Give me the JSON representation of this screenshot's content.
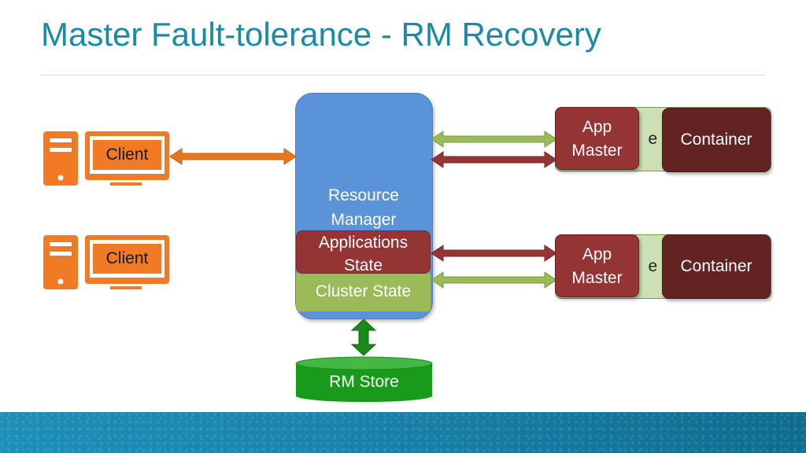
{
  "slide": {
    "title": "Master Fault-tolerance - RM Recovery"
  },
  "clients": [
    {
      "label": "Client"
    },
    {
      "label": "Client"
    }
  ],
  "resource_manager": {
    "label_line1": "Resource",
    "label_line2": "Manager",
    "applications_state_line1": "Applications",
    "applications_state_line2": "State",
    "cluster_state": "Cluster State"
  },
  "rm_store": {
    "label": "RM Store"
  },
  "node_managers": [
    {
      "hidden_label": "e M",
      "app_master_line1": "App",
      "app_master_line2": "Master",
      "container": "Container"
    },
    {
      "hidden_label": "e M",
      "app_master_line1": "App",
      "app_master_line2": "Master",
      "container": "Container"
    }
  ],
  "colors": {
    "title": "#1a8aa6",
    "client": "#f07a26",
    "resource_manager": "#5b93d8",
    "applications_state": "#943434",
    "cluster_state": "#9bbb59",
    "rm_store": "#1a8a1a",
    "app_master": "#943434",
    "container": "#632323",
    "node_manager": "#cde0b4",
    "client_link": "#e8761e",
    "green_link": "#9bbb59",
    "red_link": "#943434",
    "store_link": "#1a8a1a"
  },
  "icons": {
    "client": "desktop-computer-icon",
    "store": "database-cylinder-icon"
  }
}
